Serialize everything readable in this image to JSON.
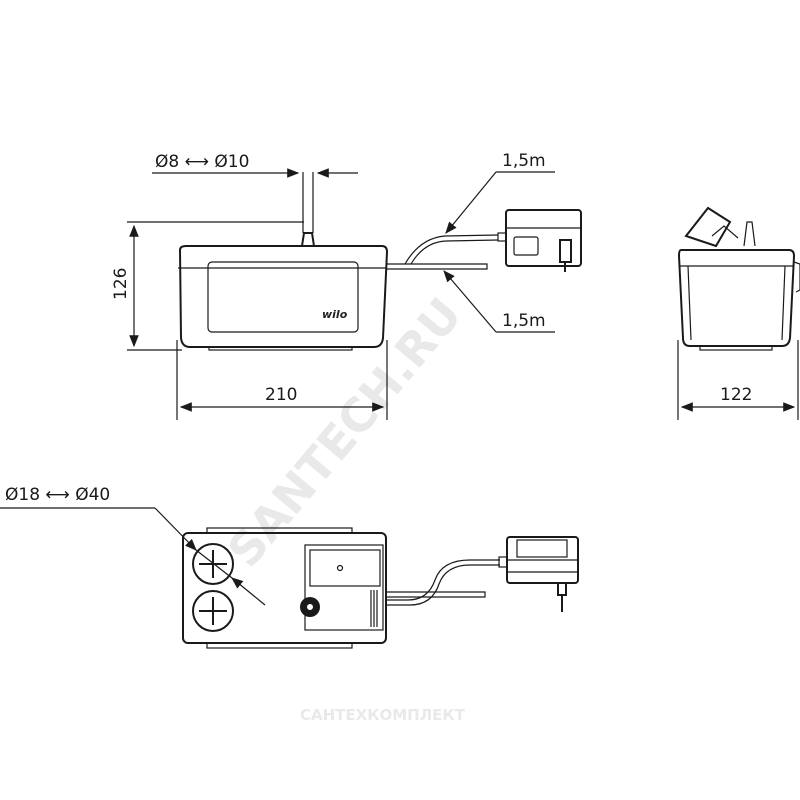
{
  "drawing": {
    "front_view": {
      "tube_diameter_label": "Ø8 ⟷ Ø10",
      "height_label": "126",
      "width_label": "210",
      "power_cable_length": "1,5m",
      "drain_hose_length": "1,5m",
      "brand_logo": "wilo"
    },
    "side_view": {
      "depth_label": "122"
    },
    "top_view": {
      "inlet_diameter_label": "Ø18 ⟷ Ø40"
    },
    "watermarks": [
      "SANTECH.RU",
      "САНТЕХКОМПЛЕКТ"
    ]
  }
}
